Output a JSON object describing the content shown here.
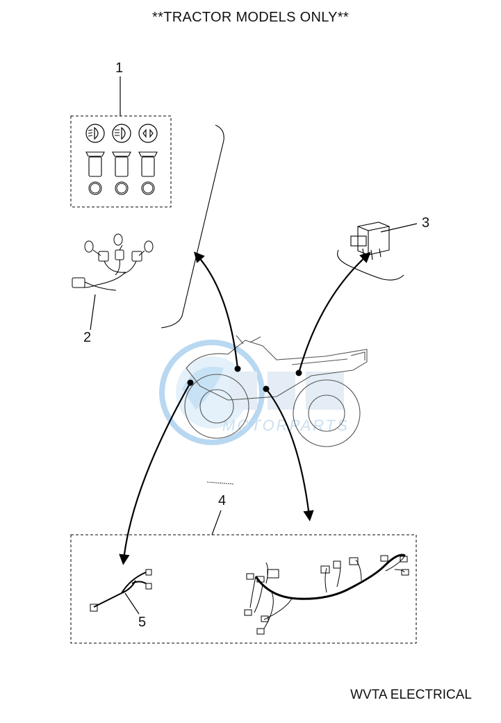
{
  "header": {
    "title": "**TRACTOR MODELS ONLY**"
  },
  "footer": {
    "caption": "WVTA ELECTRICAL"
  },
  "watermark": {
    "text": "MOTORPARTS",
    "color": "#7fb8e6"
  },
  "callouts": [
    "1",
    "2",
    "3",
    "4",
    "5"
  ],
  "icons": {
    "headlight_low": "low-beam-icon",
    "headlight_high": "high-beam-icon",
    "hazard": "hazard-icon"
  },
  "colors": {
    "line": "#000000",
    "watermark": "#7fb8e6"
  }
}
